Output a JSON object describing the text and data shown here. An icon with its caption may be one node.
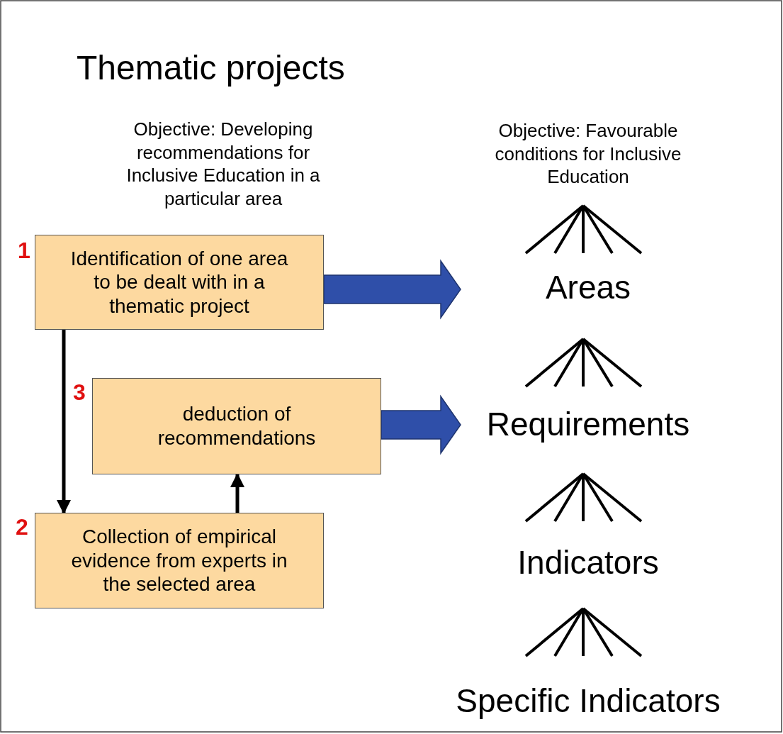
{
  "diagram": {
    "title": "Thematic projects",
    "nodes": [
      {
        "text": [
          "Identification of one area to be dealt with in a thematic project"
        ],
        "beside": [
          "1"
        ]
      },
      {
        "text": [
          "deduction of recommendations"
        ],
        "beside": [
          "3"
        ]
      },
      {
        "text": [
          "Collection of empirical evidence from experts in the selected area"
        ],
        "beside": [
          "2"
        ]
      },
      {
        "text": [
          "Areas"
        ]
      },
      {
        "text": [
          "Requirements"
        ]
      },
      {
        "text": [
          "Indicators"
        ]
      },
      {
        "text": [
          "Specific Indicators"
        ]
      }
    ],
    "edges": [
      {
        "from": 0,
        "to": 2,
        "arrow": "to"
      },
      {
        "from": 2,
        "to": 1,
        "arrow": "to"
      },
      {
        "from": 0,
        "to": 3,
        "arrow": "to",
        "style": "thick",
        "color": "#2f4fa9"
      },
      {
        "from": 1,
        "to": 4,
        "arrow": "to",
        "style": "thick",
        "color": "#2f4fa9"
      }
    ],
    "labels": [
      "Objective: Developing recommendations for Inclusive Education in a particular area",
      "Objective: Favourable conditions for Inclusive Education"
    ]
  }
}
